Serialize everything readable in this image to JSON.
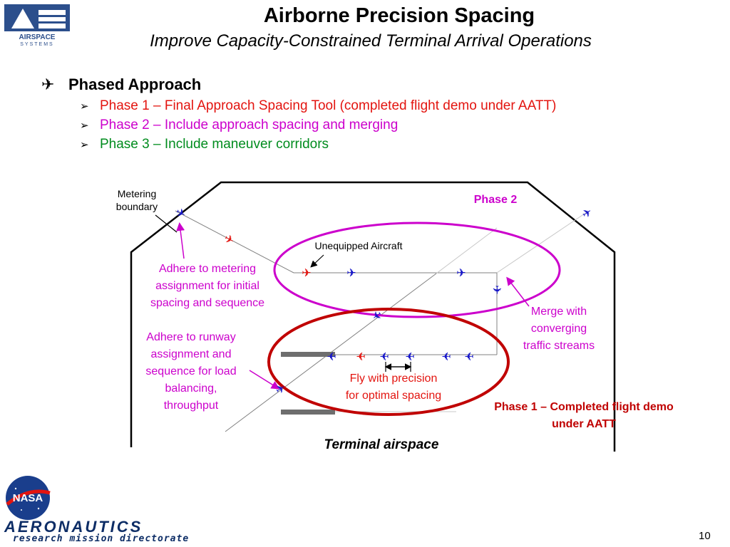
{
  "header": {
    "title": "Airborne Precision Spacing",
    "subtitle": "Improve Capacity-Constrained Terminal Arrival Operations",
    "logo_line1": "AIRSPACE",
    "logo_line2": "SYSTEMS"
  },
  "bullets": {
    "main": "Phased Approach",
    "phase1": "Phase 1 – Final Approach Spacing Tool (completed flight demo under AATT)",
    "phase2": "Phase 2 – Include approach spacing and merging",
    "phase3": "Phase 3 – Include maneuver corridors"
  },
  "diagram": {
    "metering_boundary": [
      "Metering",
      "boundary"
    ],
    "phase2_label": "Phase 2",
    "unequipped": "Unequipped Aircraft",
    "adhere_metering": [
      "Adhere to metering",
      "assignment for initial",
      "spacing and sequence"
    ],
    "adhere_runway": [
      "Adhere to runway",
      "assignment and",
      "sequence for load",
      "balancing,",
      "throughput"
    ],
    "merge": [
      "Merge with",
      "converging",
      "traffic streams"
    ],
    "fly_precision": [
      "Fly with precision",
      "for optimal spacing"
    ],
    "phase1_label": [
      "Phase 1 – Completed flight demo",
      "under AATT"
    ],
    "terminal": "Terminal airspace"
  },
  "colors": {
    "magenta": "#cc00cc",
    "red": "#e3140f",
    "darkred": "#c00000",
    "green": "#008c1e",
    "blue": "#1414c8"
  },
  "footer": {
    "aeronautics": "AERONAUTICS",
    "directorate": "research mission directorate",
    "nasa": "NASA",
    "page": "10"
  }
}
